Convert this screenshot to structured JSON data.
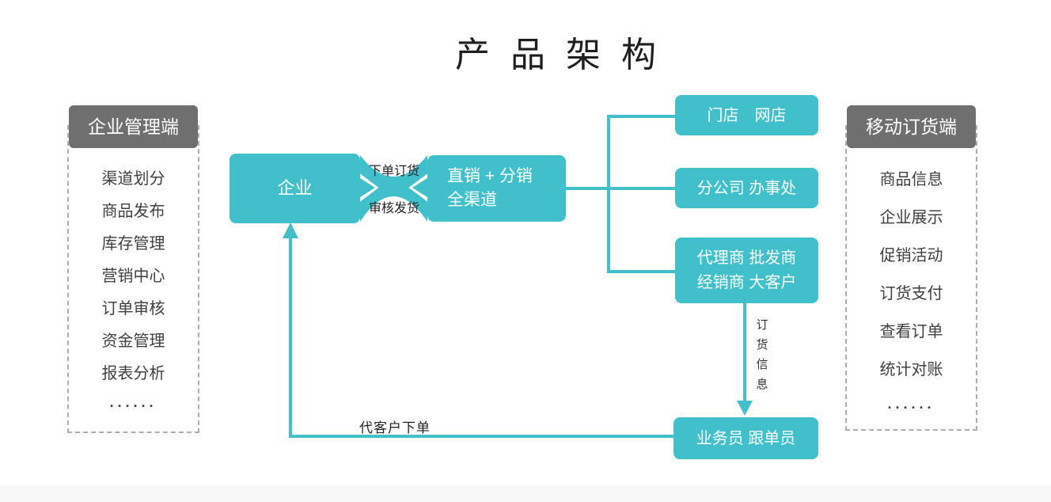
{
  "title": "产品架构",
  "colors": {
    "teal": "#41c0cb",
    "header_gray": "#6f6f6f",
    "strip_gray": "#f8f8f8"
  },
  "left_panel": {
    "header": "企业管理端",
    "items": [
      "渠道划分",
      "商品发布",
      "库存管理",
      "营销中心",
      "订单审核",
      "资金管理",
      "报表分析",
      "······"
    ]
  },
  "right_panel": {
    "header": "移动订货端",
    "items": [
      "商品信息",
      "企业展示",
      "促销活动",
      "订货支付",
      "查看订单",
      "统计对账",
      "······"
    ]
  },
  "nodes": {
    "enterprise": "企业",
    "channel_line1": "直销 + 分销",
    "channel_line2": "全渠道",
    "store": "门店　网店",
    "branch": "分公司 办事处",
    "agent_line1": "代理商 批发商",
    "agent_line2": "经销商 大客户",
    "sales": "业务员 跟单员"
  },
  "edges": {
    "place_order": "下单订货",
    "review_ship": "审核发货",
    "order_info": "订货信息",
    "proxy_order": "代客户下单"
  }
}
